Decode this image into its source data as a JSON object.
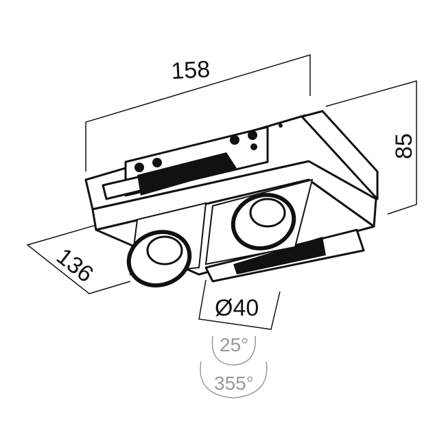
{
  "dimensions": {
    "length": "158",
    "height": "85",
    "depth": "136",
    "diameter": "Ø40"
  },
  "angles": {
    "tilt": "25°",
    "rotation": "355°"
  },
  "colors": {
    "line": "#111111",
    "angle": "#999999"
  }
}
